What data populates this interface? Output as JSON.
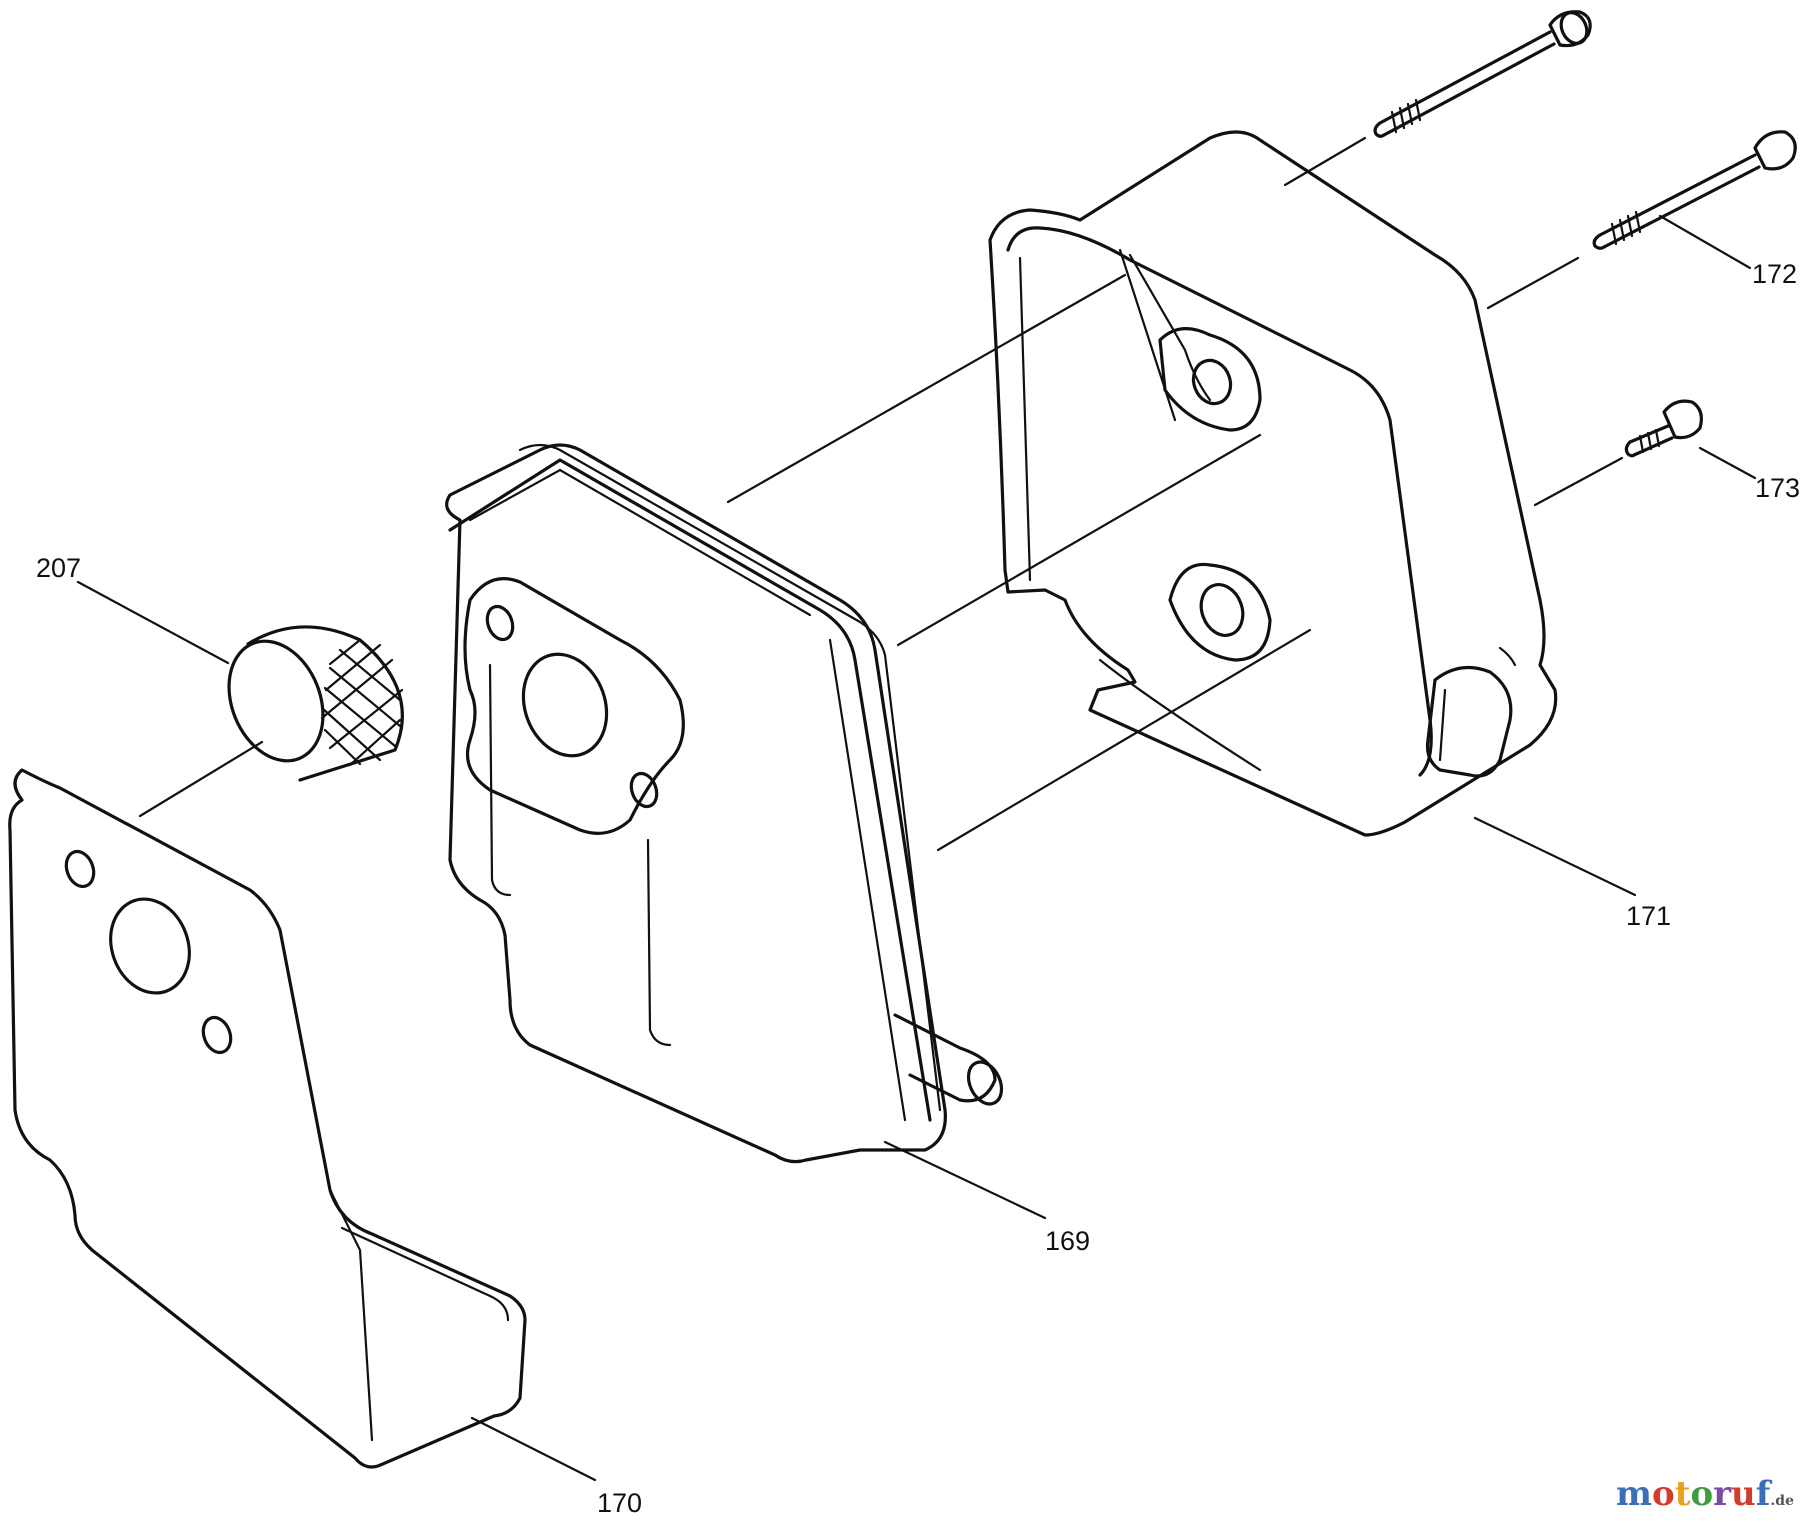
{
  "diagram": {
    "labels": {
      "207": "207",
      "172": "172",
      "173": "173",
      "171": "171",
      "169": "169",
      "170": "170"
    },
    "parts": [
      {
        "id": "169",
        "name": "muffler-body"
      },
      {
        "id": "170",
        "name": "heat-shield-bracket"
      },
      {
        "id": "171",
        "name": "muffler-cover"
      },
      {
        "id": "172",
        "name": "long-bolt"
      },
      {
        "id": "173",
        "name": "short-screw"
      },
      {
        "id": "207",
        "name": "spark-arrestor-screen"
      }
    ]
  },
  "watermark": {
    "text": "motoruf",
    "suffix": ".de",
    "colors": [
      "#3a6fb5",
      "#d23c2c",
      "#e8a21b",
      "#3f9c3f",
      "#7a4aa6",
      "#d23c2c",
      "#3a6fb5"
    ]
  }
}
